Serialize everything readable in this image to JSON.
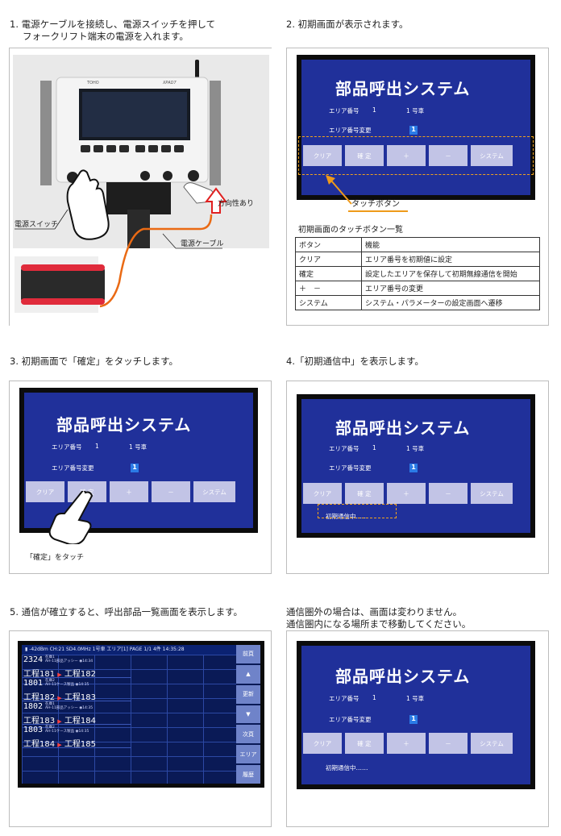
{
  "steps": {
    "s1": {
      "line1": "1. 電源ケーブルを接続し、電源スイッチを押して",
      "line2": "フォークリフト端末の電源を入れます。"
    },
    "s2": "2. 初期画面が表示されます。",
    "s3": "3. 初期画面で「確定」をタッチします。",
    "s4": "4.「初期通信中」を表示します。",
    "s5": "5. 通信が確立すると、呼出部品一覧画面を表示します。",
    "s6": {
      "line1": "通信圏外の場合は、画面は変わりません。",
      "line2": "通信圏内になる場所まで移動してください。"
    }
  },
  "device_photo": {
    "power_switch_label": "電源スイッチ",
    "direction_label": "方向性あり",
    "cable_label": "電源ケーブル",
    "device_brand_left": "TOHO",
    "device_brand_right": "XPAD7"
  },
  "init_screen": {
    "title": "部品呼出システム",
    "area_label": "エリア番号",
    "area_value": "1",
    "car_label": "1 号車",
    "change_label": "エリア番号変更",
    "change_value": "1",
    "buttons": [
      "クリア",
      "確 定",
      "＋",
      "－",
      "システム"
    ],
    "status_text": "初期通信中……"
  },
  "touch_button_label": "タッチボタン",
  "touch_confirm_label": "「確定」をタッチ",
  "table": {
    "caption": "初期画面のタッチボタン一覧",
    "headers": [
      "ボタン",
      "機能"
    ],
    "rows": [
      [
        "クリア",
        "エリア番号を初期値に設定"
      ],
      [
        "確定",
        "設定したエリアを保存して初期無線通信を開始"
      ],
      [
        "＋　－",
        "エリア番号の変更"
      ],
      [
        "システム",
        "システム・パラメーターの設定画面へ遷移"
      ]
    ]
  },
  "list_screen": {
    "header": "▮ -42dBm  CH:21 SD4.0MHz  1号車  エリア[1]  PAGE 1/1  4件  14:35:28",
    "side_buttons": [
      "前頁",
      "▲",
      "更新",
      "▼",
      "次頁",
      "エリア",
      "履歴"
    ],
    "rows": [
      {
        "code": "2324",
        "sub1": "在庫1",
        "sub2": "AH-11部品アッシー  ◉14:34",
        "from": "工程181",
        "to": "工程182"
      },
      {
        "code": "1801",
        "sub1": "在庫2",
        "sub2": "AH-11ケース製品  ◉14:35",
        "from": "工程182",
        "to": "工程183"
      },
      {
        "code": "1802",
        "sub1": "在庫1",
        "sub2": "AH-11部品アッシー  ◉14:35",
        "from": "工程183",
        "to": "工程184"
      },
      {
        "code": "1803",
        "sub1": "在庫2",
        "sub2": "AH-11ケース製品  ◉14:35",
        "from": "工程184",
        "to": "工程185"
      }
    ]
  },
  "colors": {
    "screen_blue": "#20309a",
    "accent_orange": "#ef9a1a",
    "button_lilac": "#c2c4e6"
  }
}
